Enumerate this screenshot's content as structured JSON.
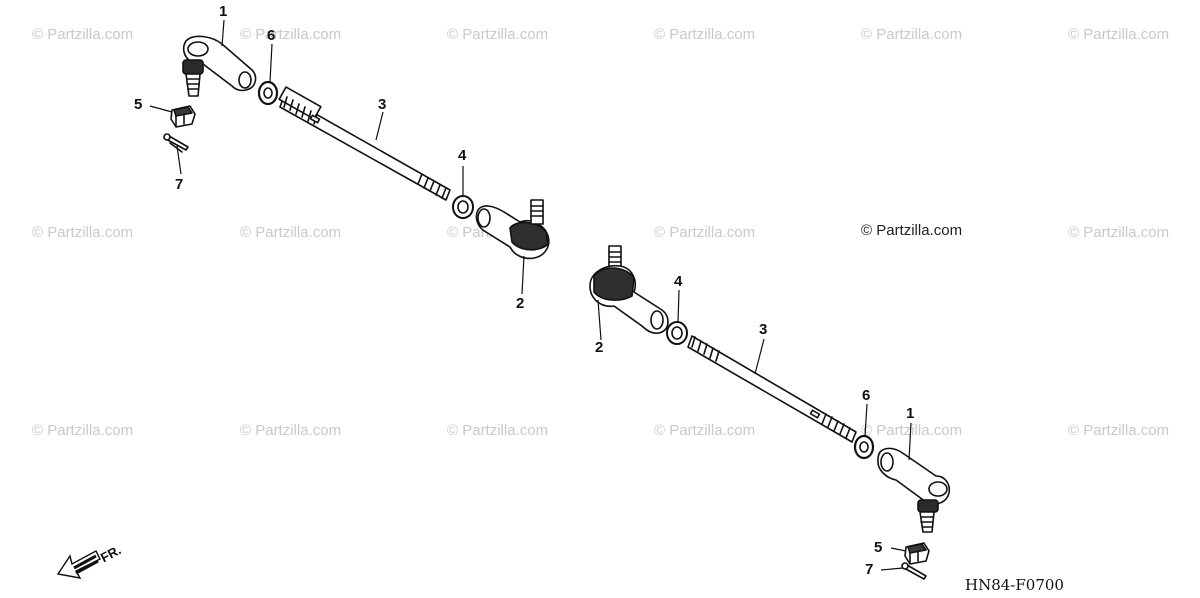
{
  "watermarks": [
    "© Partzilla.com",
    "© Partzilla.com",
    "© Partzilla.com",
    "© Partzilla.com",
    "© Partzilla.com",
    "© Partzilla.com",
    "© Partzilla.com",
    "© Partzilla.com",
    "© Partzilla.com",
    "© Partzilla.com",
    "© Partzilla.com",
    "© Partzilla.com",
    "© Partzilla.com",
    "© Partzilla.com",
    "© Partzilla.com",
    "© Partzilla.com",
    "© Partzilla.com"
  ],
  "watermark_strong": "© Partzilla.com",
  "callouts": {
    "left_1": "1",
    "left_6": "6",
    "left_5": "5",
    "left_7": "7",
    "left_3": "3",
    "left_4": "4",
    "left_2": "2",
    "right_2": "2",
    "right_4": "4",
    "right_3": "3",
    "right_6": "6",
    "right_1": "1",
    "right_5": "5",
    "right_7": "7"
  },
  "front_label": "FR.",
  "diagram_code": "HN84-F0700",
  "colors": {
    "ink": "#111111",
    "watermark": "#c9c9c9",
    "background": "#ffffff"
  }
}
